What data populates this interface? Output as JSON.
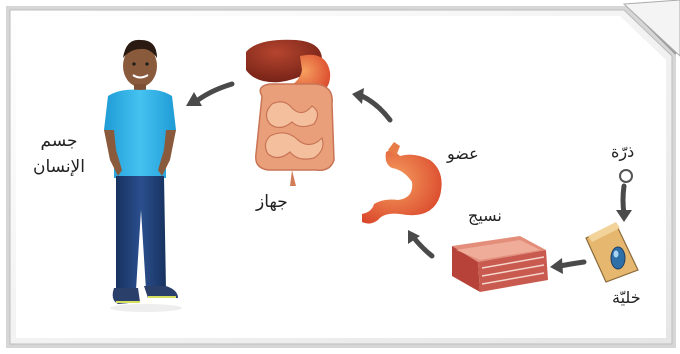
{
  "diagram": {
    "levels": {
      "atom": "ذرّة",
      "cell": "خليّة",
      "tissue": "نسيج",
      "organ": "عضو",
      "system": "جهاز",
      "human_line1": "جسم",
      "human_line2": "الإنسان"
    },
    "colors": {
      "frame": "#c8c8c8",
      "arrow": "#4a4a4a",
      "shirt": "#2fb3e8",
      "jeans": "#1f3f7a",
      "skin": "#8a5a3c",
      "liver": "#8b2a1e",
      "stomach": "#e8682f",
      "intestine": "#e9a07a",
      "tissue": "#c0504d",
      "cell": "#e0b36a"
    }
  }
}
